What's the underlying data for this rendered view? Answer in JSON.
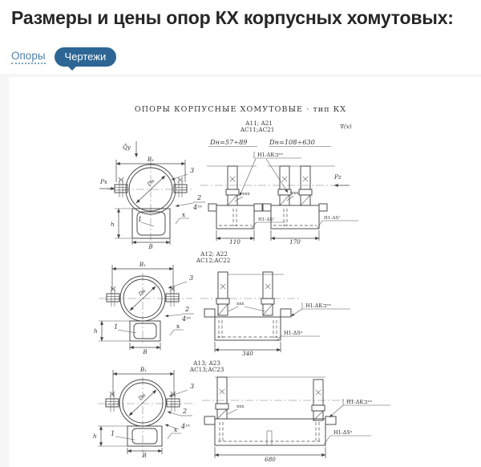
{
  "page": {
    "title": "Размеры и цены опор КХ корпусных хомутовых:"
  },
  "tabs": {
    "opory": "Опоры",
    "chertezhi": "Чертежи"
  },
  "colors": {
    "accent": "#2d6695",
    "link": "#4d7fa9"
  },
  "drawing": {
    "title": "ОПОРЫ КОРПУСНЫЕ ХОМУТОВЫЕ · тип КХ",
    "roughness_mark": "∇(v)",
    "rows": [
      {
        "models_line1": "А11; А21",
        "models_line2": "АС11;АС21",
        "dn_range_small": "Dн=57÷89",
        "dn_range_large": "Dн=108÷630",
        "force_vertical": "Q̄у",
        "force_lateral": "Рх",
        "force_axial": "Рz",
        "dim_top_width": "В₁",
        "dim_bottom_width": "В",
        "dim_height": "h",
        "pipe_diameter": "Dн",
        "part_clamp": "3",
        "part_2": "2",
        "part_4": "4ˣˣ",
        "part_body": "1",
        "weld_flag": "х",
        "stud_weld": "ххх",
        "weld_seam_k": "Н1-ΔК⊐ˣˣ",
        "weld_seam_s": "Н1-ΔSˣ",
        "base_length_small": "110",
        "base_length_large": "170"
      },
      {
        "models_line1": "А12; А22",
        "models_line2": "АС12;АС22",
        "dim_top_width": "В₁",
        "dim_bottom_width": "В",
        "dim_height": "h",
        "pipe_diameter": "Dн",
        "part_clamp": "3",
        "part_2": "2",
        "part_4": "4ˣˣ",
        "part_body": "1",
        "weld_flag": "х",
        "stud_weld": "ххх",
        "weld_seam_k": "Н1-ΔК⊐ˣˣ",
        "weld_seam_s": "Н1-ΔSˣ",
        "base_length": "340"
      },
      {
        "models_line1": "А13; А23",
        "models_line2": "АС13;АС23",
        "dim_top_width": "В₁",
        "dim_bottom_width": "В",
        "dim_height": "h",
        "pipe_diameter": "Dн",
        "part_clamp": "3",
        "part_2": "2",
        "part_4": "4ˣˣ",
        "part_body": "1",
        "weld_flag": "х",
        "stud_weld": "ххх",
        "weld_seam_k": "Н1-ΔК⊐ˣˣ",
        "weld_seam_s": "Н1-ΔSˣ",
        "base_length": "680"
      }
    ]
  }
}
